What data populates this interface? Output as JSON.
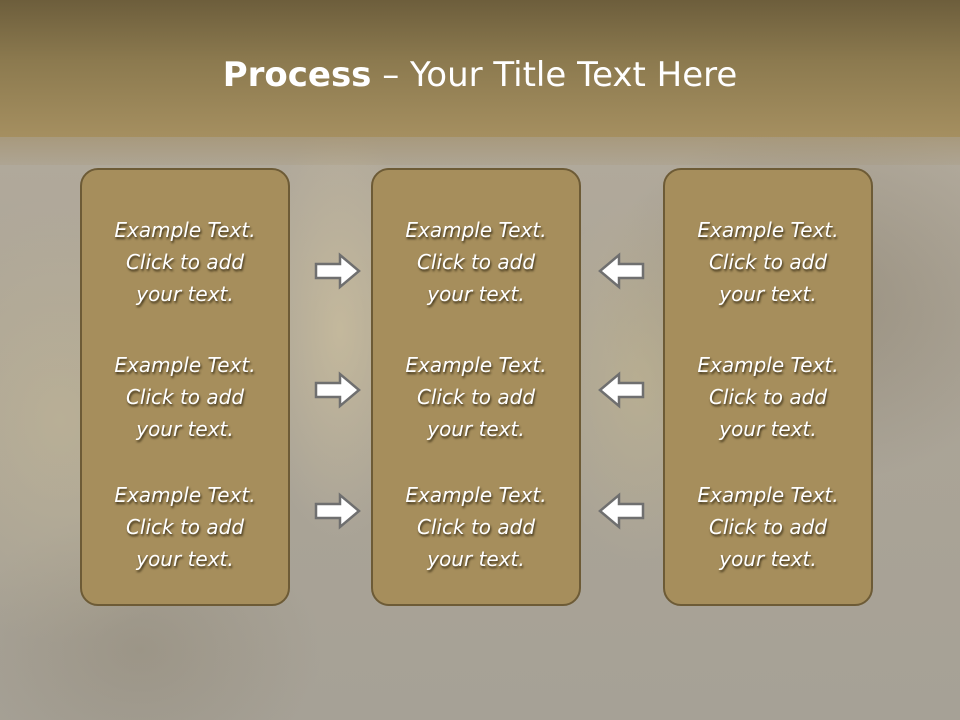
{
  "slide": {
    "title_bold": "Process",
    "title_rest": " – Your Title Text Here"
  },
  "columns": [
    {
      "cells": [
        {
          "line1": "Example Text.",
          "line2": "Click  to add",
          "line3": "your text."
        },
        {
          "line1": "Example Text.",
          "line2": "Click  to add",
          "line3": "your text."
        },
        {
          "line1": "Example Text.",
          "line2": "Click  to add",
          "line3": "your text."
        }
      ]
    },
    {
      "cells": [
        {
          "line1": "Example Text.",
          "line2": "Click  to add",
          "line3": "your text."
        },
        {
          "line1": "Example Text.",
          "line2": "Click  to add",
          "line3": "your text."
        },
        {
          "line1": "Example Text.",
          "line2": "Click  to add",
          "line3": "your text."
        }
      ]
    },
    {
      "cells": [
        {
          "line1": "Example Text.",
          "line2": "Click  to add",
          "line3": "your text."
        },
        {
          "line1": "Example Text.",
          "line2": "Click  to add",
          "line3": "your text."
        },
        {
          "line1": "Example Text.",
          "line2": "Click  to add",
          "line3": "your text."
        }
      ]
    }
  ],
  "arrows": {
    "left_group": "right-arrow-icon",
    "right_group": "left-arrow-icon"
  },
  "colors": {
    "header": "#8c7a4f",
    "box_fill": "#a68e5c",
    "box_border": "#6d5b36",
    "text": "#ffffff",
    "arrow_fill": "#ffffff",
    "arrow_stroke": "#6f6f6f"
  }
}
